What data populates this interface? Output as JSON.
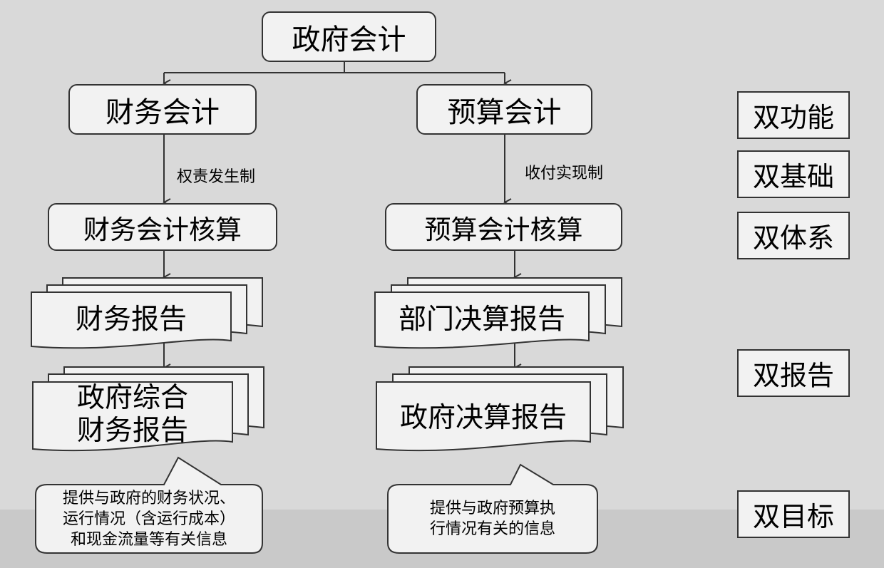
{
  "root": {
    "label": "政府会计"
  },
  "branches": {
    "financial": {
      "label": "财务会计",
      "basis": "权责发生制",
      "accounting": "财务会计核算",
      "report1": "财务报告",
      "report2": [
        "政府综合",
        "财务报告"
      ],
      "goal": [
        "提供与政府的财务状况、",
        "运行情况（含运行成本）",
        "和现金流量等有关信息"
      ]
    },
    "budget": {
      "label": "预算会计",
      "basis": "收付实现制",
      "accounting": "预算会计核算",
      "report1": "部门决算报告",
      "report2": "政府决算报告",
      "goal": [
        "提供与政府预算执",
        "行情况有关的信息"
      ]
    }
  },
  "tags": [
    "双功能",
    "双基础",
    "双体系",
    "双报告",
    "双目标"
  ],
  "colors": {
    "background": "#d9d9d9",
    "box_fill": "#f2f2f2",
    "stroke": "#333333",
    "bottom_band": "#c9c9c9"
  }
}
